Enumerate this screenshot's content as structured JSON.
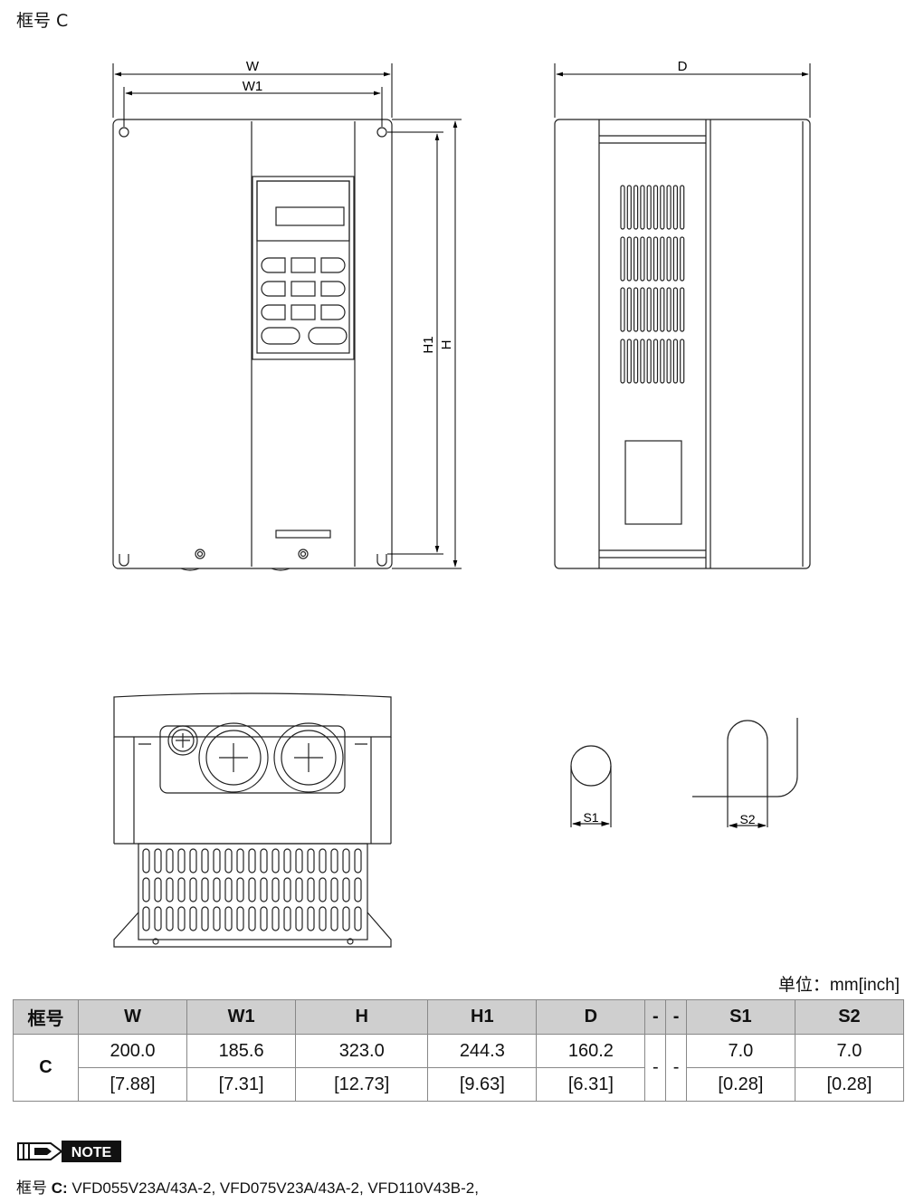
{
  "header": {
    "frame_title": "框号 C"
  },
  "drawing": {
    "labels": {
      "w": "W",
      "w1": "W1",
      "h": "H",
      "h1": "H1",
      "d": "D",
      "s1": "S1",
      "s2": "S2"
    }
  },
  "table": {
    "unit": "单位：mm[inch]",
    "headers": [
      "框号",
      "W",
      "W1",
      "H",
      "H1",
      "D",
      "-",
      "-",
      "S1",
      "S2"
    ],
    "row": {
      "frame": "C",
      "w": "200.0",
      "w_in": "[7.88]",
      "w1": "185.6",
      "w1_in": "[7.31]",
      "h": "323.0",
      "h_in": "[12.73]",
      "h1": "244.3",
      "h1_in": "[9.63]",
      "d": "160.2",
      "d_in": "[6.31]",
      "dash1": "-",
      "dash2": "-",
      "s1": "7.0",
      "s1_in": "[0.28]",
      "s2": "7.0",
      "s2_in": "[0.28]"
    }
  },
  "note": {
    "badge": "NOTE",
    "prefix": "框号",
    "frame": "C:",
    "models": "VFD055V23A/43A-2, VFD075V23A/43A-2, VFD110V43B-2,"
  }
}
